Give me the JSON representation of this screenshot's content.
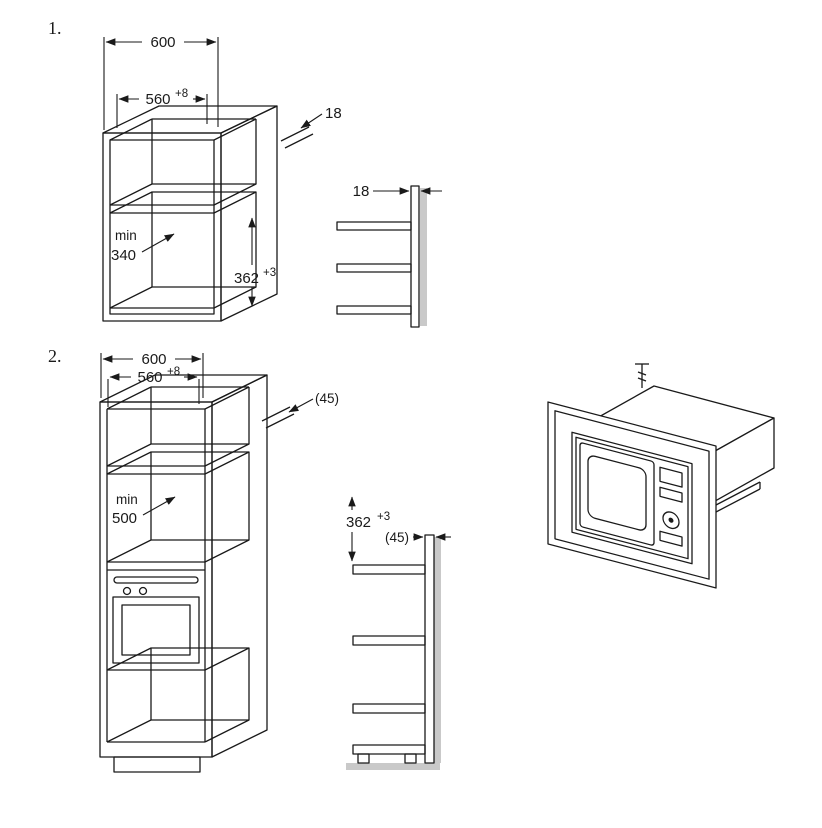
{
  "figure": {
    "background": "#ffffff",
    "line_color": "#1a1a1a",
    "shadow_color": "#c9c9c9"
  },
  "step1": {
    "index": "1.",
    "cabinet": {
      "width_total": "600",
      "width_inner": "560",
      "width_inner_tol": "+8",
      "rear_panel_thickness": "18",
      "depth_label": "min",
      "depth_value": "340",
      "niche_height": "362",
      "niche_height_tol": "+3"
    },
    "side_view": {
      "panel_thickness": "18"
    }
  },
  "step2": {
    "index": "2.",
    "cabinet": {
      "width_total": "600",
      "width_inner": "560",
      "width_inner_tol": "+8",
      "rear_panel_thickness": "(45)",
      "depth_label": "min",
      "depth_value": "500",
      "niche_height": "362",
      "niche_height_tol": "+3"
    },
    "side_view": {
      "panel_thickness": "(45)"
    }
  }
}
